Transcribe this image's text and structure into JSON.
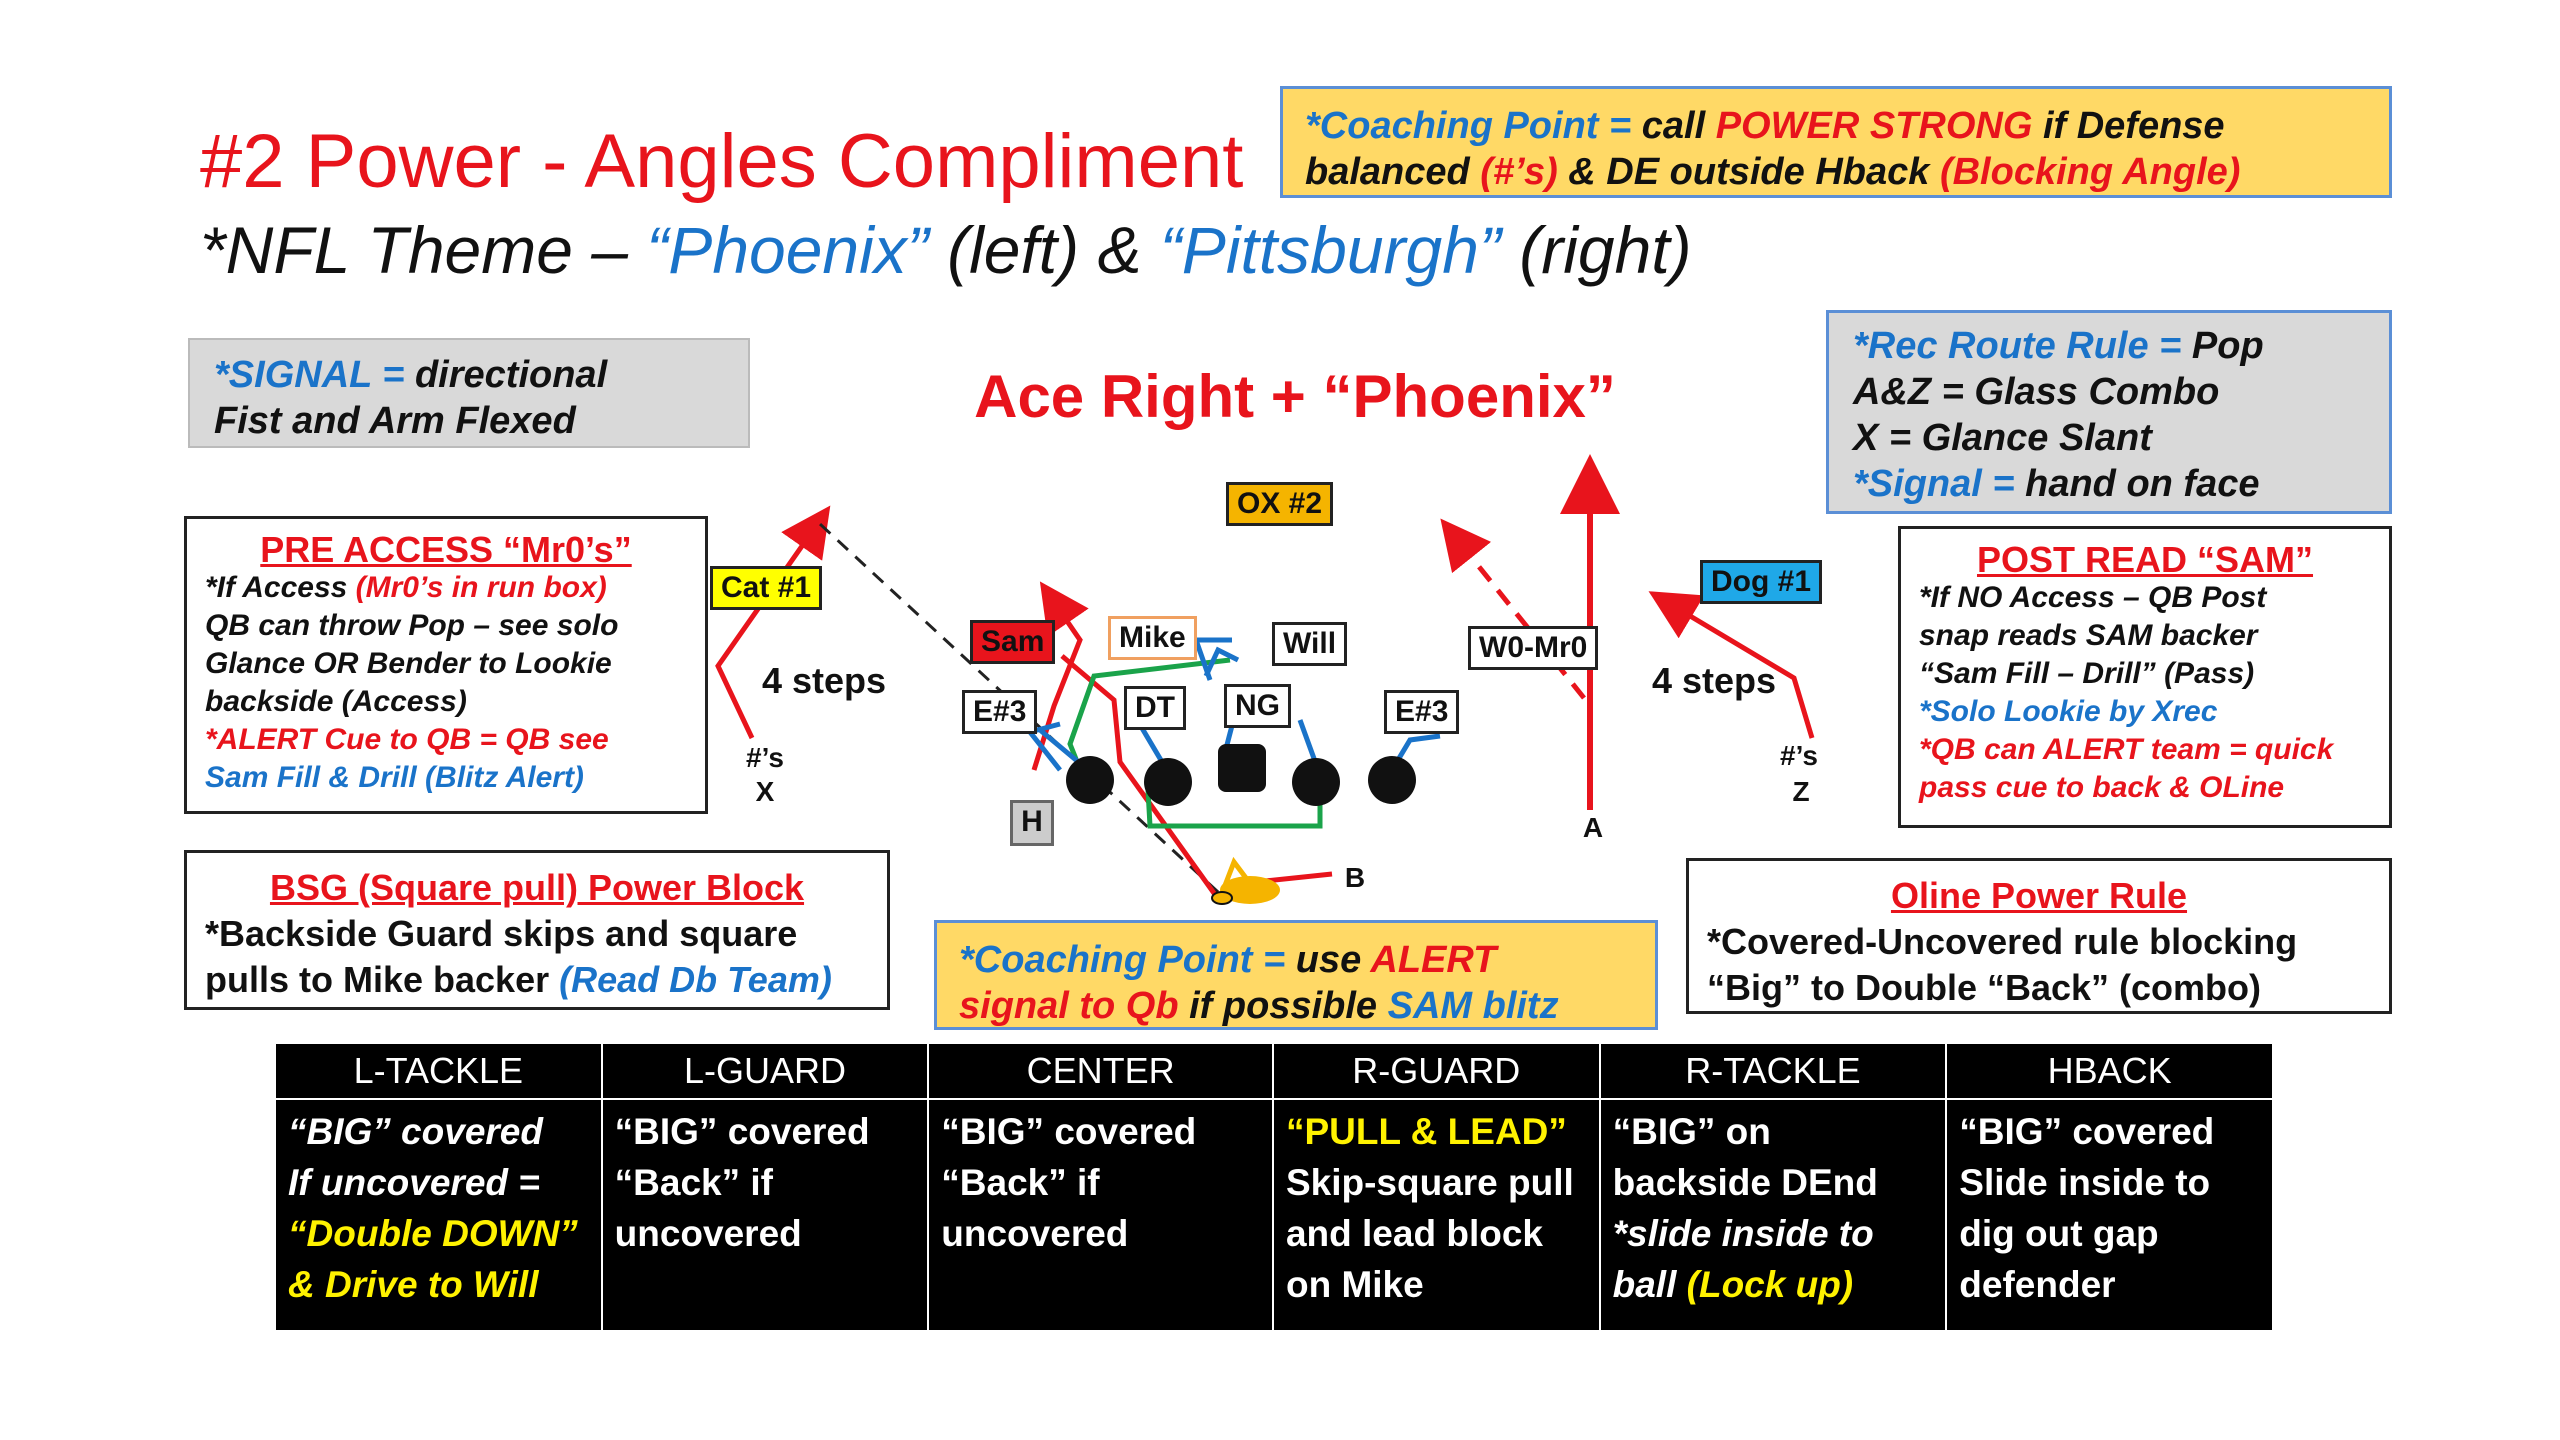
{
  "title": "#2 Power - Angles Compliment",
  "subtitle": {
    "prefix": "*NFL Theme – ",
    "left_name": "“Phoenix”",
    "left_dir": " (left) & ",
    "right_name": "“Pittsburgh”",
    "right_dir": " (right)"
  },
  "coaching_top": {
    "p1": "*Coaching Point = ",
    "p2": "call ",
    "p3": "POWER STRONG",
    "p4": " if Defense",
    "p5": "balanced ",
    "p6": "(#’s)",
    "p7": " & DE outside Hback ",
    "p8": "(Blocking Angle)"
  },
  "signal": {
    "p1": "*SIGNAL = ",
    "p2": "directional",
    "p3": "Fist and Arm Flexed"
  },
  "rec_route": {
    "p1": "*Rec Route Rule = ",
    "p2": "Pop",
    "l2": "A&Z = Glass Combo",
    "l3": "X = Glance Slant",
    "p4": "*Signal = ",
    "p5": "hand on face"
  },
  "play_name": "Ace Right + “Phoenix”",
  "pre_access": {
    "head": "PRE ACCESS “Mr0’s”",
    "l1a": "*If Access ",
    "l1b": "(Mr0’s in run box)",
    "l2": "QB can throw Pop – see solo",
    "l3": "Glance OR Bender to Lookie",
    "l4": "backside (Access)",
    "l5": "*ALERT Cue to QB = QB see",
    "l6": "Sam Fill & Drill (Blitz Alert)"
  },
  "post_read": {
    "head": "POST READ “SAM”",
    "l1": "*If NO Access – QB Post",
    "l2": "snap reads SAM backer",
    "l3": "“Sam Fill – Drill” (Pass)",
    "l4": "*Solo Lookie by Xrec",
    "l5": "*QB can ALERT team = quick",
    "l6": "pass cue to back & OLine"
  },
  "bsg": {
    "head": "BSG (Square pull) Power Block",
    "l1": "*Backside Guard skips and square",
    "l2": "pulls to Mike backer ",
    "l2b": "(Read Db Team)"
  },
  "oline": {
    "head": "Oline Power Rule",
    "l1": "*Covered-Uncovered rule blocking",
    "l2": "“Big” to Double “Back” (combo)"
  },
  "coaching_bot": {
    "p1": "*Coaching Point = ",
    "p2": "use ",
    "p3": "ALERT",
    "p4": "signal to Qb",
    "p5": " if possible ",
    "p6": "SAM blitz"
  },
  "diagram": {
    "steps_left": "4 steps",
    "steps_right": "4 steps",
    "ox": "OX #2",
    "cat": "Cat #1",
    "dog": "Dog #1",
    "sam": "Sam",
    "mike": "Mike",
    "will": "Will",
    "w0": "W0-Mr0",
    "e3_left": "E#3",
    "dt": "DT",
    "ng": "NG",
    "e3_right": "E#3",
    "h": "H",
    "x_hash": "#’s",
    "x": "X",
    "z_hash": "#’s",
    "z": "Z",
    "a": "A",
    "b": "B",
    "colors": {
      "route_red": "#e8141c",
      "block_blue": "#1a73c9",
      "pull_green": "#1aa34a",
      "tag_yellow": "#ffff00",
      "tag_orange": "#f5b400",
      "tag_blue": "#1fa8e8",
      "sam_red": "#e8141c",
      "mike_border": "#f0a060"
    }
  },
  "table": {
    "headers": [
      "L-TACKLE",
      "L-GUARD",
      "CENTER",
      "R-GUARD",
      "R-TACKLE",
      "HBACK"
    ],
    "c1": [
      "“BIG” covered",
      "If uncovered =",
      "“Double DOWN”",
      "&  Drive to Will"
    ],
    "c2": [
      "“BIG” covered",
      "“Back” if",
      "uncovered"
    ],
    "c3": [
      "“BIG” covered",
      "“Back” if",
      "uncovered"
    ],
    "c4": [
      "“PULL & LEAD”",
      "Skip-square pull",
      "and lead block",
      "on Mike"
    ],
    "c5a": [
      "“BIG” on",
      "backside DEnd",
      "*slide inside to"
    ],
    "c5b": "ball ",
    "c5c": "(Lock up)",
    "c6": [
      "“BIG” covered",
      "Slide inside to",
      "dig out gap",
      "defender"
    ]
  }
}
